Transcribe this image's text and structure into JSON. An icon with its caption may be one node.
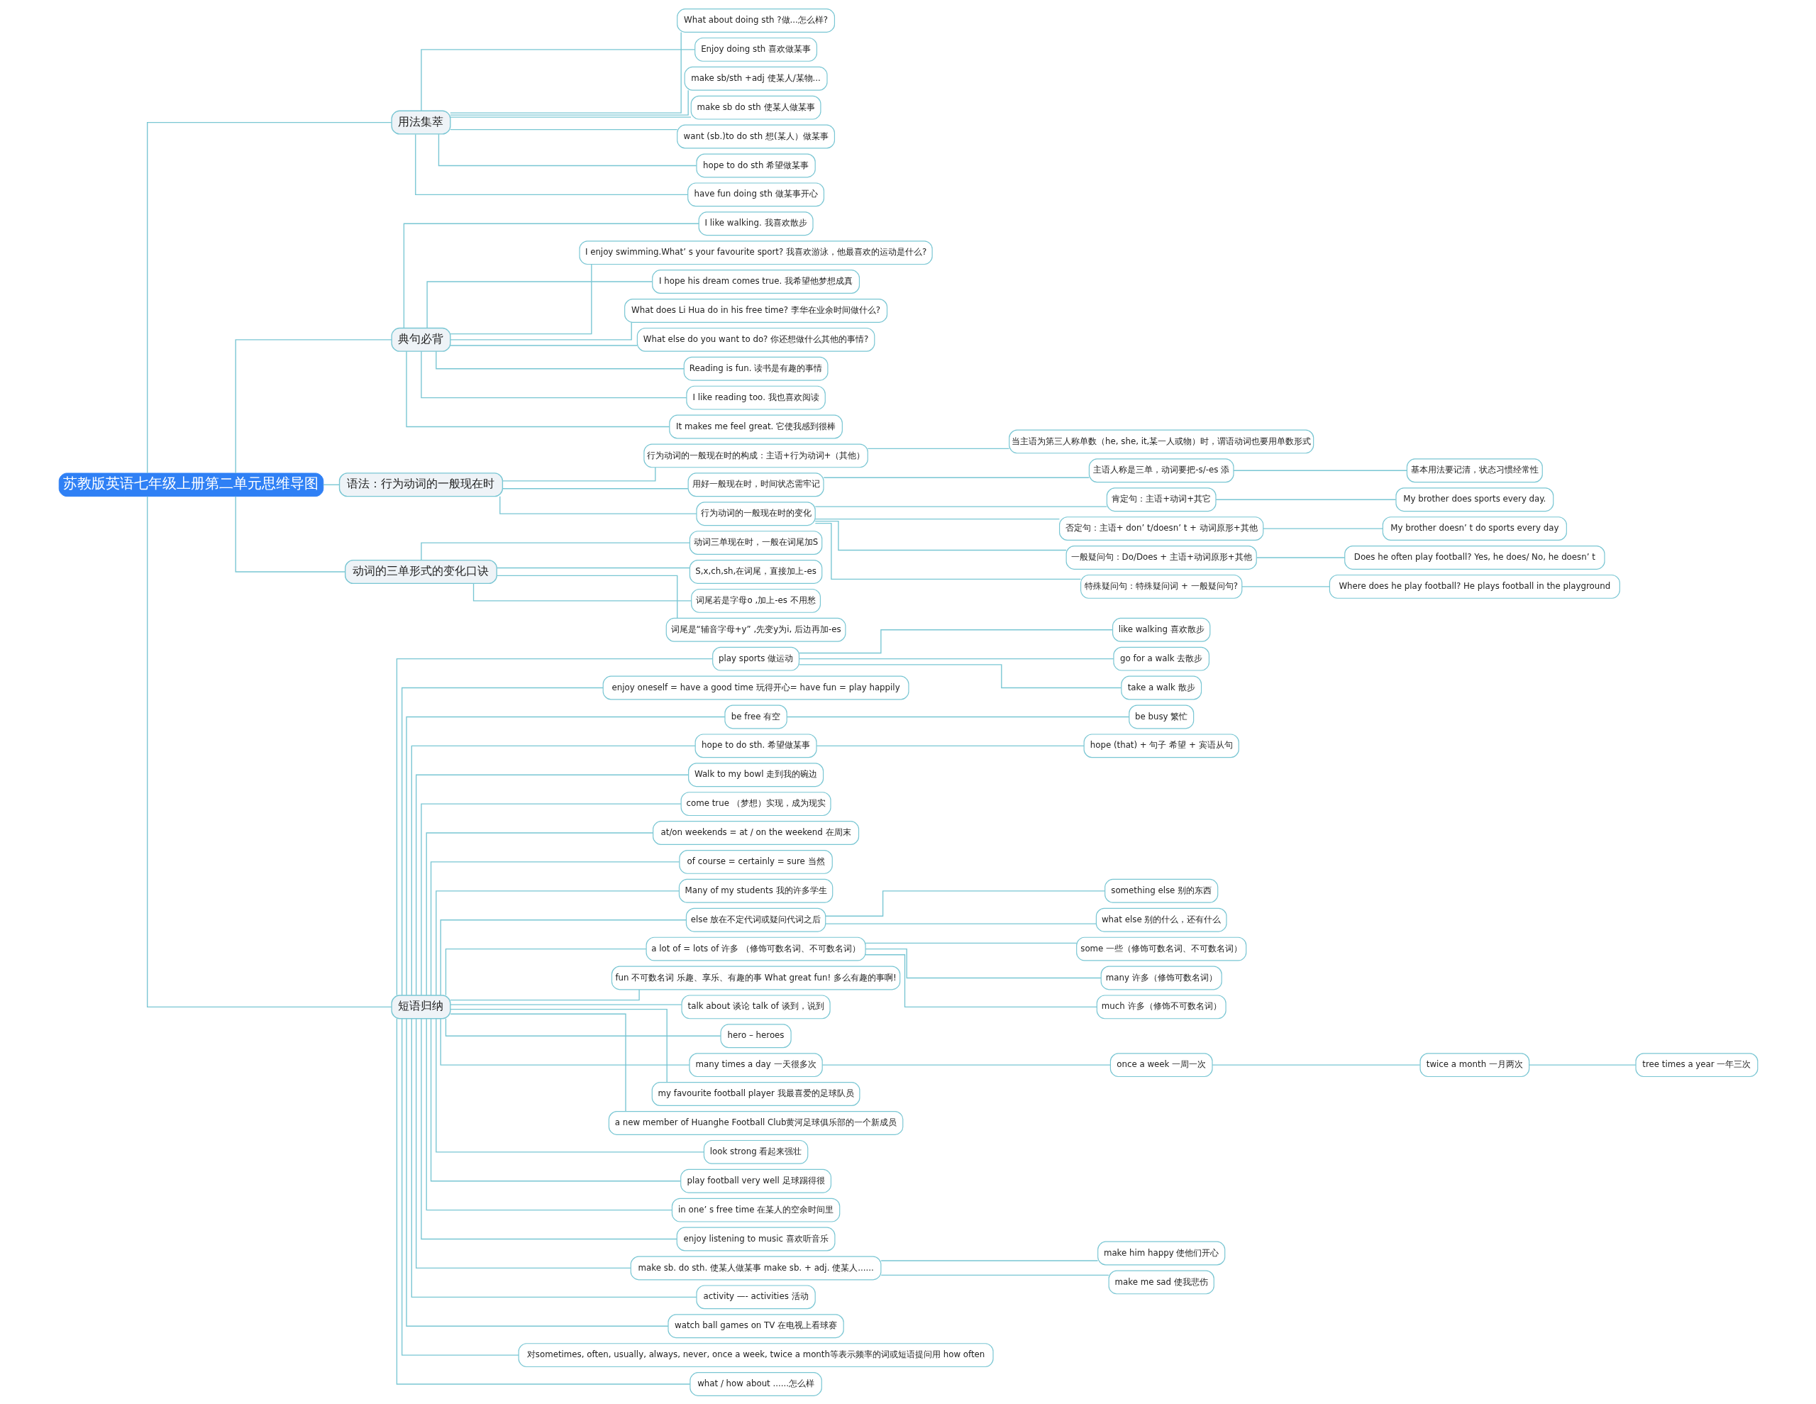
{
  "diagram": {
    "nodes": [
      {
        "text": [
          "苏教版英语七年级上册第二单元思维导图"
        ]
      },
      {
        "text": [
          "用法集萃"
        ]
      },
      {
        "text": [
          "What about doing sth ?做...怎么样?"
        ]
      },
      {
        "text": [
          "Enjoy doing sth 喜欢做某事"
        ]
      },
      {
        "text": [
          "make sb/sth +adj 使某人/某物..."
        ]
      },
      {
        "text": [
          "make sb do sth 使某人做某事"
        ]
      },
      {
        "text": [
          "want (sb.)to do sth 想(某人）做某事"
        ]
      },
      {
        "text": [
          "hope to do sth 希望做某事"
        ]
      },
      {
        "text": [
          "have fun doing sth 做某事开心"
        ]
      },
      {
        "text": [
          "典句必背"
        ]
      },
      {
        "text": [
          "I like walking. 我喜欢散步"
        ]
      },
      {
        "text": [
          "I enjoy swimming.What’ s your favourite sport? 我喜欢游泳，他最喜欢的运动是什么?"
        ]
      },
      {
        "text": [
          "I hope his dream comes true. 我希望他梦想成真"
        ]
      },
      {
        "text": [
          "What does Li Hua do in his free time? 李华在业余时间做什么?"
        ]
      },
      {
        "text": [
          "What else do you want to do? 你还想做什么其他的事情?"
        ]
      },
      {
        "text": [
          "Reading is fun. 读书是有趣的事情"
        ]
      },
      {
        "text": [
          "I like reading too. 我也喜欢阅读"
        ]
      },
      {
        "text": [
          "It makes me feel great. 它使我感到很棒"
        ]
      },
      {
        "text": [
          "语法：行为动词的一般现在时"
        ]
      },
      {
        "text": [
          "行为动词的一般现在时的构成：主语+行为动词+（其他）"
        ]
      },
      {
        "text": [
          "当主语为第三人称单数（he, she, it,某一人或物）时，谓语动词也要用单数形式"
        ]
      },
      {
        "text": [
          "用好一般现在时，时间状态需牢记"
        ]
      },
      {
        "text": [
          "主语人称是三单，动词要把-s/-es 添"
        ]
      },
      {
        "text": [
          "基本用法要记清，状态习惯经常性"
        ]
      },
      {
        "text": [
          "行为动词的一般现在时的变化"
        ]
      },
      {
        "text": [
          "肯定句：主语+动词+其它"
        ]
      },
      {
        "text": [
          "My brother does sports every day."
        ]
      },
      {
        "text": [
          "否定句：主语+ don’ t/doesn’ t + 动词原形+其他"
        ]
      },
      {
        "text": [
          "My brother doesn’ t do sports every day"
        ]
      },
      {
        "text": [
          "一般疑问句：Do/Does + 主语+动词原形+其他"
        ]
      },
      {
        "text": [
          "Does he often play football? Yes, he does/ No, he doesn’ t"
        ]
      },
      {
        "text": [
          "特殊疑问句：特殊疑问词 + 一般疑问句?"
        ]
      },
      {
        "text": [
          "Where does he play football? He plays football in the playground"
        ]
      },
      {
        "text": [
          "动词的三单形式的变化口诀"
        ]
      },
      {
        "text": [
          "动词三单现在时，一般在词尾加S"
        ]
      },
      {
        "text": [
          "S,x,ch,sh,在词尾，直接加上-es"
        ]
      },
      {
        "text": [
          "词尾若是字母o ,加上-es 不用愁"
        ]
      },
      {
        "text": [
          "词尾是“辅音字母+y” ,先变y为i, 后边再加-es"
        ]
      },
      {
        "text": [
          "短语归纳"
        ]
      },
      {
        "text": [
          "play sports 做运动"
        ]
      },
      {
        "text": [
          "like walking 喜欢散步"
        ]
      },
      {
        "text": [
          "go for a walk 去散步"
        ]
      },
      {
        "text": [
          "take a walk 散步"
        ]
      },
      {
        "text": [
          "enjoy oneself = have a good time 玩得开心= have fun = play happily"
        ]
      },
      {
        "text": [
          "be free 有空"
        ]
      },
      {
        "text": [
          "be busy 繁忙"
        ]
      },
      {
        "text": [
          "hope to do sth. 希望做某事"
        ]
      },
      {
        "text": [
          "hope (that) + 句子 希望 + 宾语从句"
        ]
      },
      {
        "text": [
          "Walk to my bowl 走到我的碗边"
        ]
      },
      {
        "text": [
          "come true （梦想）实现，成为现实"
        ]
      },
      {
        "text": [
          "at/on weekends = at / on the weekend 在周末"
        ]
      },
      {
        "text": [
          "of course = certainly = sure 当然"
        ]
      },
      {
        "text": [
          "Many of my students 我的许多学生"
        ]
      },
      {
        "text": [
          "else 放在不定代词或疑问代词之后"
        ]
      },
      {
        "text": [
          "something else 别的东西"
        ]
      },
      {
        "text": [
          "what else 别的什么，还有什么"
        ]
      },
      {
        "text": [
          "a lot of = lots of 许多 （修饰可数名词、不可数名词）"
        ]
      },
      {
        "text": [
          "some 一些（修饰可数名词、不可数名词）"
        ]
      },
      {
        "text": [
          "many 许多（修饰可数名词）"
        ]
      },
      {
        "text": [
          "much 许多（修饰不可数名词）"
        ]
      },
      {
        "text": [
          "fun 不可数名词 乐趣、享乐、有趣的事 What great fun! 多么有趣的事啊!"
        ]
      },
      {
        "text": [
          "talk about 谈论 talk of 谈到，说到"
        ]
      },
      {
        "text": [
          "hero – heroes"
        ]
      },
      {
        "text": [
          "many times a day 一天很多次"
        ]
      },
      {
        "text": [
          "once a week 一周一次"
        ]
      },
      {
        "text": [
          "twice a month 一月两次"
        ]
      },
      {
        "text": [
          "tree times a year 一年三次"
        ]
      },
      {
        "text": [
          "my favourite football player 我最喜爱的足球队员"
        ]
      },
      {
        "text": [
          "a new member of Huanghe Football Club黄河足球俱乐部的一个新成员"
        ]
      },
      {
        "text": [
          "look strong 看起来强壮"
        ]
      },
      {
        "text": [
          "play football very well 足球踢得很"
        ]
      },
      {
        "text": [
          "in one’ s free time 在某人的空余时间里"
        ]
      },
      {
        "text": [
          "enjoy listening to music 喜欢听音乐"
        ]
      },
      {
        "text": [
          "make sb. do sth. 使某人做某事 make sb. + adj. 使某人......"
        ]
      },
      {
        "text": [
          "make him happy 使他们开心"
        ]
      },
      {
        "text": [
          "make me sad 使我悲伤"
        ]
      },
      {
        "text": [
          "activity —- activities 活动"
        ]
      },
      {
        "text": [
          "watch ball games on TV 在电视上看球赛"
        ]
      },
      {
        "text": [
          "对sometimes, often, usually, always, never, once a week, twice a month等表示频率的词或短语提问用 how often"
        ]
      },
      {
        "text": [
          "what / how about ......怎么样"
        ]
      }
    ],
    "edges": [
      {
        "from": 0,
        "to": 1,
        "arrow": "none"
      },
      {
        "from": 1,
        "to": 2,
        "arrow": "none"
      },
      {
        "from": 1,
        "to": 3,
        "arrow": "none"
      },
      {
        "from": 1,
        "to": 4,
        "arrow": "none"
      },
      {
        "from": 1,
        "to": 5,
        "arrow": "none"
      },
      {
        "from": 1,
        "to": 6,
        "arrow": "none"
      },
      {
        "from": 1,
        "to": 7,
        "arrow": "none"
      },
      {
        "from": 1,
        "to": 8,
        "arrow": "none"
      },
      {
        "from": 0,
        "to": 9,
        "arrow": "none"
      },
      {
        "from": 9,
        "to": 10,
        "arrow": "none"
      },
      {
        "from": 9,
        "to": 11,
        "arrow": "none"
      },
      {
        "from": 9,
        "to": 12,
        "arrow": "none"
      },
      {
        "from": 9,
        "to": 13,
        "arrow": "none"
      },
      {
        "from": 9,
        "to": 14,
        "arrow": "none"
      },
      {
        "from": 9,
        "to": 15,
        "arrow": "none"
      },
      {
        "from": 9,
        "to": 16,
        "arrow": "none"
      },
      {
        "from": 9,
        "to": 17,
        "arrow": "none"
      },
      {
        "from": 0,
        "to": 18,
        "arrow": "none"
      },
      {
        "from": 18,
        "to": 19,
        "arrow": "none"
      },
      {
        "from": 19,
        "to": 20,
        "arrow": "none"
      },
      {
        "from": 18,
        "to": 21,
        "arrow": "none"
      },
      {
        "from": 21,
        "to": 22,
        "arrow": "none"
      },
      {
        "from": 22,
        "to": 23,
        "arrow": "none"
      },
      {
        "from": 18,
        "to": 24,
        "arrow": "none"
      },
      {
        "from": 24,
        "to": 25,
        "arrow": "none"
      },
      {
        "from": 25,
        "to": 26,
        "arrow": "none"
      },
      {
        "from": 24,
        "to": 27,
        "arrow": "none"
      },
      {
        "from": 27,
        "to": 28,
        "arrow": "none"
      },
      {
        "from": 24,
        "to": 29,
        "arrow": "none"
      },
      {
        "from": 29,
        "to": 30,
        "arrow": "none"
      },
      {
        "from": 24,
        "to": 31,
        "arrow": "none"
      },
      {
        "from": 31,
        "to": 32,
        "arrow": "none"
      },
      {
        "from": 0,
        "to": 33,
        "arrow": "none"
      },
      {
        "from": 33,
        "to": 34,
        "arrow": "none"
      },
      {
        "from": 33,
        "to": 35,
        "arrow": "none"
      },
      {
        "from": 33,
        "to": 36,
        "arrow": "none"
      },
      {
        "from": 33,
        "to": 37,
        "arrow": "none"
      },
      {
        "from": 0,
        "to": 38,
        "arrow": "none"
      },
      {
        "from": 38,
        "to": 39,
        "arrow": "none"
      },
      {
        "from": 39,
        "to": 40,
        "arrow": "none"
      },
      {
        "from": 39,
        "to": 41,
        "arrow": "none"
      },
      {
        "from": 39,
        "to": 42,
        "arrow": "none"
      },
      {
        "from": 38,
        "to": 43,
        "arrow": "none"
      },
      {
        "from": 38,
        "to": 44,
        "arrow": "none"
      },
      {
        "from": 44,
        "to": 45,
        "arrow": "none"
      },
      {
        "from": 38,
        "to": 46,
        "arrow": "none"
      },
      {
        "from": 46,
        "to": 47,
        "arrow": "none"
      },
      {
        "from": 38,
        "to": 48,
        "arrow": "none"
      },
      {
        "from": 38,
        "to": 49,
        "arrow": "none"
      },
      {
        "from": 38,
        "to": 50,
        "arrow": "none"
      },
      {
        "from": 38,
        "to": 51,
        "arrow": "none"
      },
      {
        "from": 38,
        "to": 52,
        "arrow": "none"
      },
      {
        "from": 38,
        "to": 53,
        "arrow": "none"
      },
      {
        "from": 53,
        "to": 54,
        "arrow": "none"
      },
      {
        "from": 53,
        "to": 55,
        "arrow": "none"
      },
      {
        "from": 38,
        "to": 56,
        "arrow": "none"
      },
      {
        "from": 56,
        "to": 57,
        "arrow": "none"
      },
      {
        "from": 56,
        "to": 58,
        "arrow": "none"
      },
      {
        "from": 56,
        "to": 59,
        "arrow": "none"
      },
      {
        "from": 38,
        "to": 60,
        "arrow": "none"
      },
      {
        "from": 38,
        "to": 61,
        "arrow": "none"
      },
      {
        "from": 38,
        "to": 62,
        "arrow": "none"
      },
      {
        "from": 38,
        "to": 63,
        "arrow": "none"
      },
      {
        "from": 63,
        "to": 64,
        "arrow": "none"
      },
      {
        "from": 64,
        "to": 65,
        "arrow": "none"
      },
      {
        "from": 65,
        "to": 66,
        "arrow": "none"
      },
      {
        "from": 38,
        "to": 67,
        "arrow": "none"
      },
      {
        "from": 38,
        "to": 68,
        "arrow": "none"
      },
      {
        "from": 38,
        "to": 69,
        "arrow": "none"
      },
      {
        "from": 38,
        "to": 70,
        "arrow": "none"
      },
      {
        "from": 38,
        "to": 71,
        "arrow": "none"
      },
      {
        "from": 38,
        "to": 72,
        "arrow": "none"
      },
      {
        "from": 38,
        "to": 73,
        "arrow": "none"
      },
      {
        "from": 73,
        "to": 74,
        "arrow": "none"
      },
      {
        "from": 73,
        "to": 75,
        "arrow": "none"
      },
      {
        "from": 38,
        "to": 76,
        "arrow": "none"
      },
      {
        "from": 38,
        "to": 77,
        "arrow": "none"
      },
      {
        "from": 38,
        "to": 78,
        "arrow": "none"
      },
      {
        "from": 38,
        "to": 79,
        "arrow": "none"
      }
    ]
  }
}
